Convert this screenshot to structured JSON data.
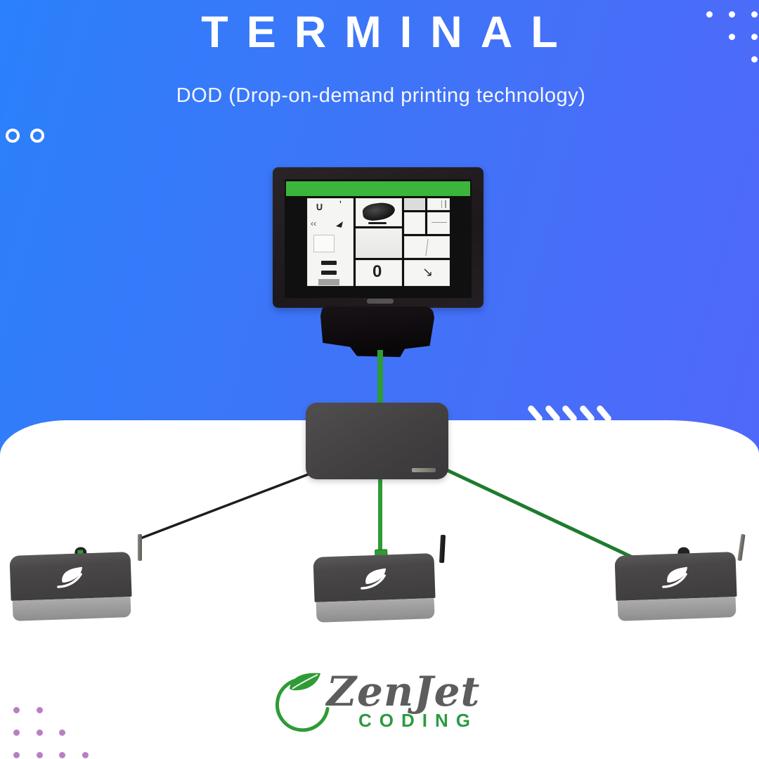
{
  "header": {
    "title": "TERMINAL",
    "subtitle": "DOD (Drop-on-demand printing technology)"
  },
  "monitor": {
    "screen": {
      "zero_tile": "0",
      "arrow_mark": "↘",
      "u_mark": "∪",
      "tick_mark": "ʹ",
      "dash_mark": "‹‹"
    }
  },
  "logo": {
    "brand": "ZenJet",
    "tagline": "CODING"
  },
  "colors": {
    "bg_gradient_start": "#2b80fb",
    "bg_gradient_end": "#5366fa",
    "card": "#ffffff",
    "screen_bar_green": "#3cb53b",
    "cable_green": "#2f9b35",
    "cable_green_dark": "#1e7b2f",
    "cable_black": "#1d1d1d",
    "device_dark": "#454243",
    "device_light": "#9c9c9c",
    "logo_green": "#2c9a3f",
    "logo_gray": "#5d5d5d",
    "dots_purple": "#b97fc5",
    "dots_white": "#ffffff"
  },
  "icons": {
    "leaf": "leaf-logo-icon",
    "slashes": "slash-decoration",
    "rings": "ring-circle",
    "dots": "dot-grid"
  }
}
